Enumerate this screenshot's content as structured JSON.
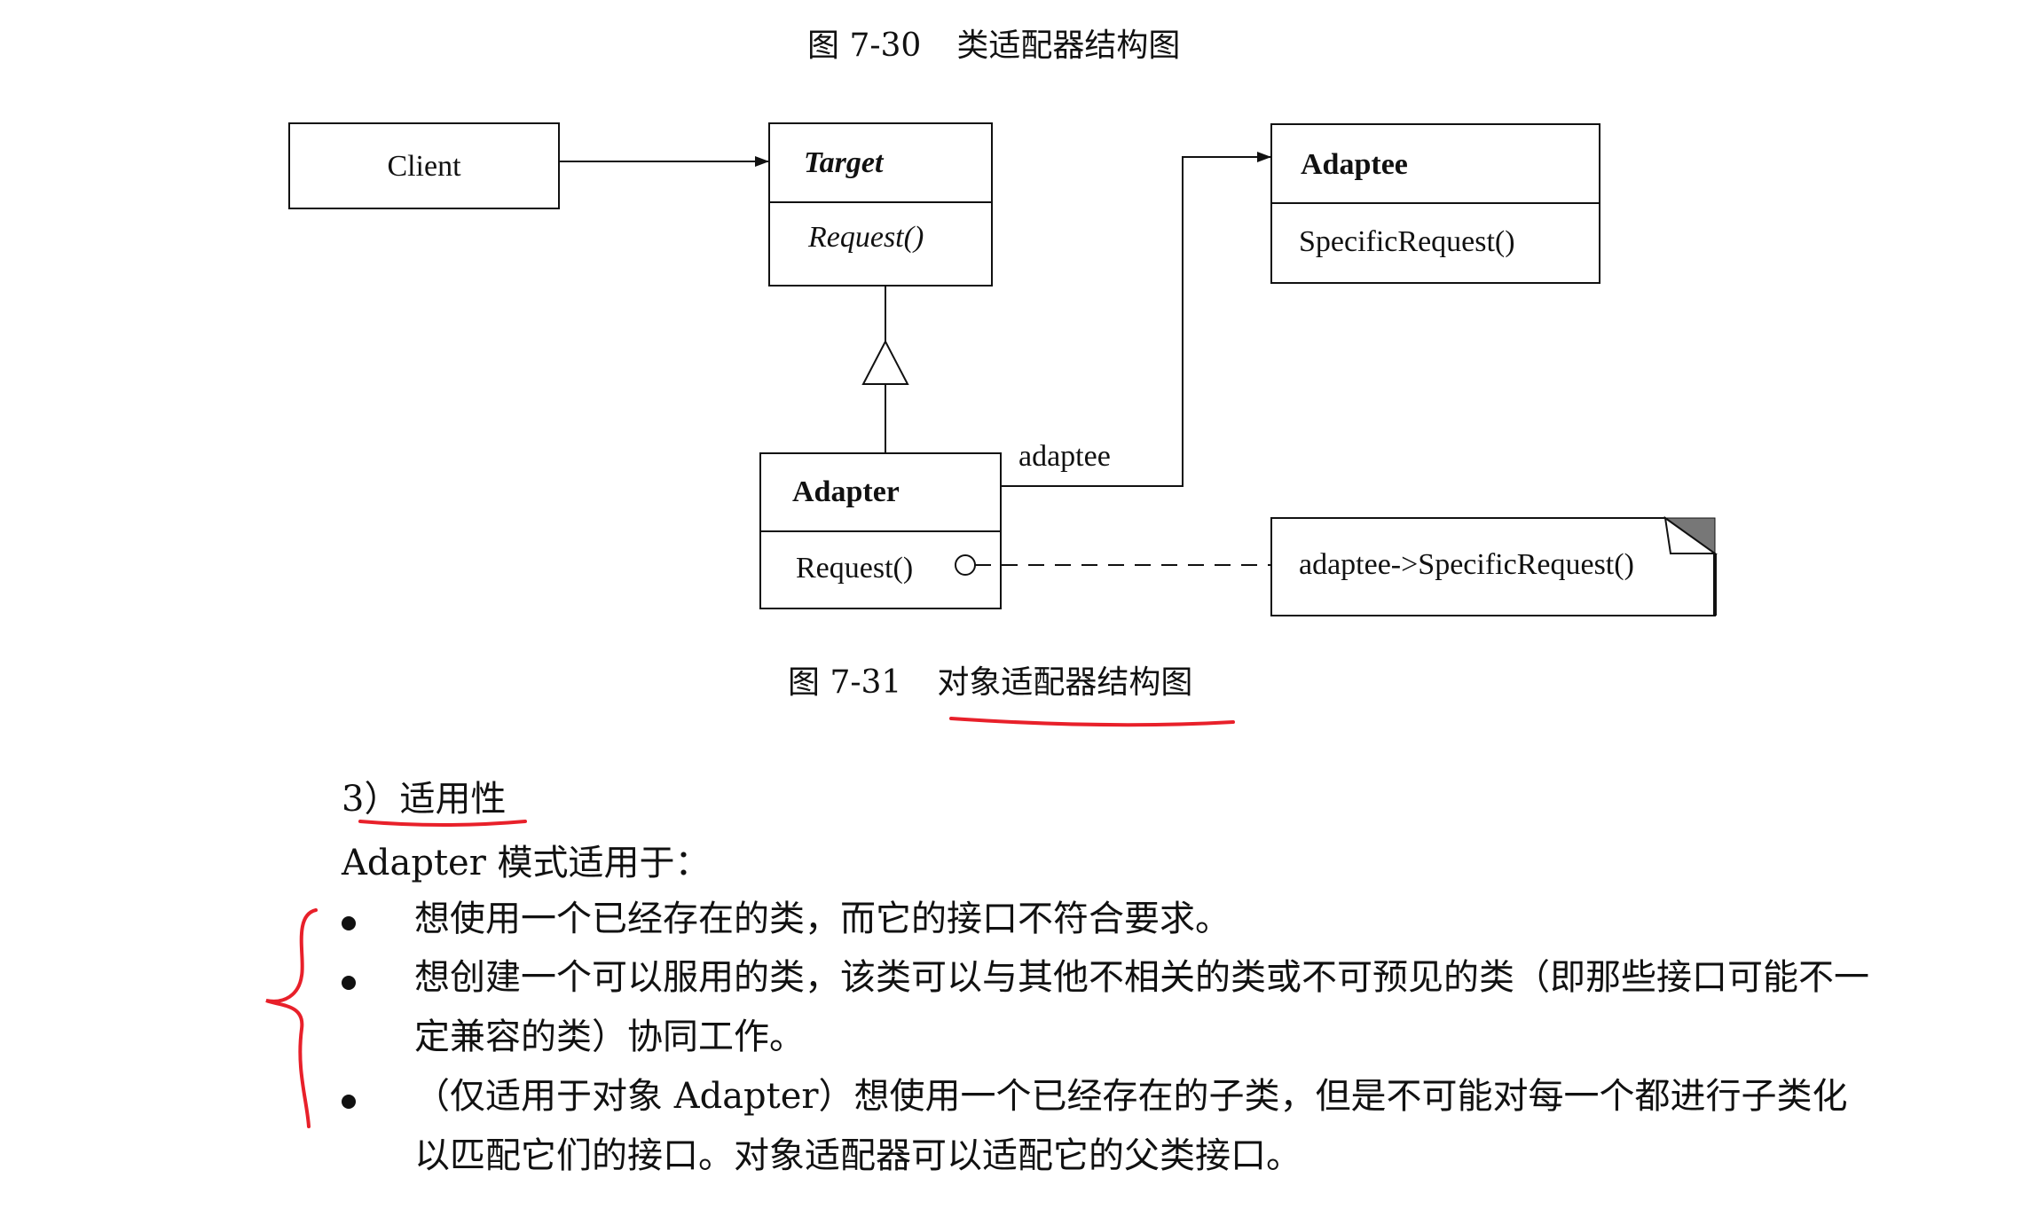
{
  "figure_7_30": {
    "number": "图 7-30",
    "title": "类适配器结构图"
  },
  "diagram": {
    "client": "Client",
    "target": {
      "name": "Target",
      "operation": "Request()"
    },
    "adaptee": {
      "name": "Adaptee",
      "operation": "SpecificRequest()"
    },
    "adapter": {
      "name": "Adapter",
      "operation": "Request()"
    },
    "association_label": "adaptee",
    "note": "adaptee->SpecificRequest()"
  },
  "figure_7_31": {
    "number": "图 7-31",
    "title": "对象适配器结构图"
  },
  "section": {
    "heading": "3）适用性",
    "intro": "Adapter 模式适用于：",
    "bullets": [
      "想使用一个已经存在的类，而它的接口不符合要求。",
      "想创建一个可以服用的类，该类可以与其他不相关的类或不可预见的类（即那些接口可能不一定兼容的类）协同工作。",
      "（仅适用于对象 Adapter）想使用一个已经存在的子类，但是不可能对每一个都进行子类化以匹配它们的接口。对象适配器可以适配它的父类接口。"
    ]
  },
  "annotations": {
    "ink_color": "#e8202a"
  }
}
